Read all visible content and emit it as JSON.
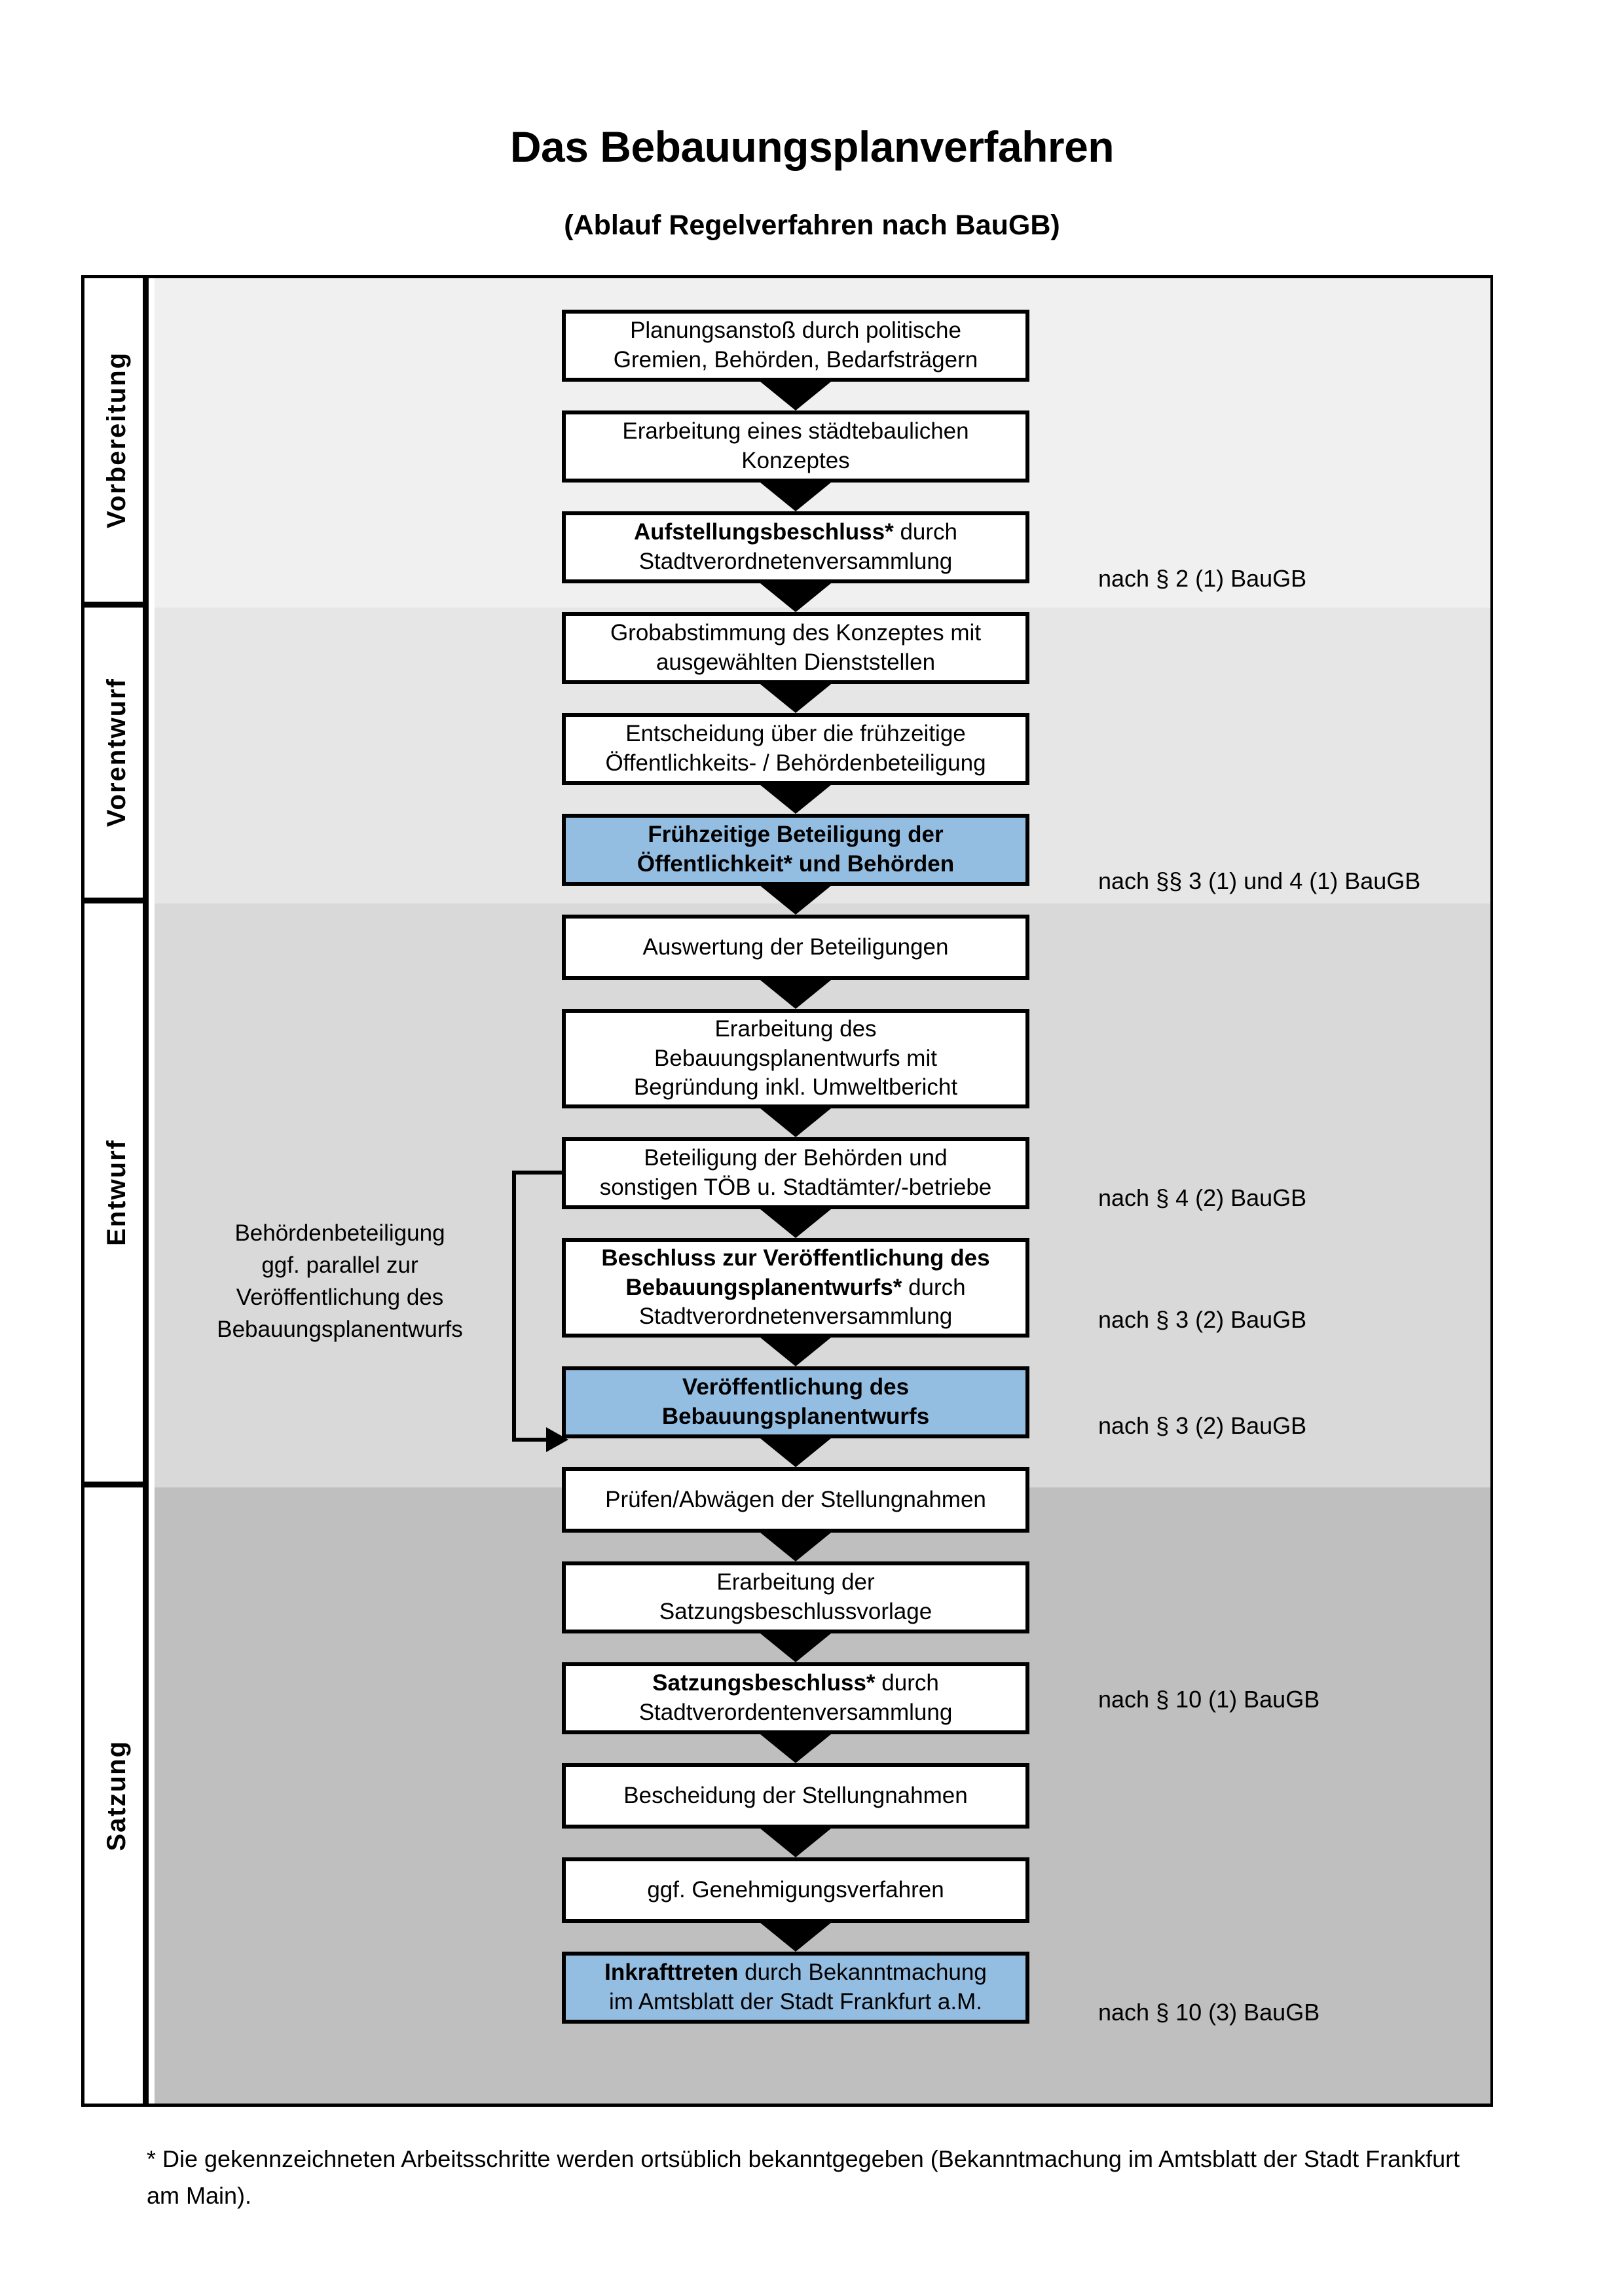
{
  "header": {
    "title": "Das Bebauungsplanverfahren",
    "subtitle": "(Ablauf Regelverfahren nach BauGB)"
  },
  "phases": [
    {
      "label": "Vorbereitung",
      "band_color": "#F0F0F0"
    },
    {
      "label": "Vorentwurf",
      "band_color": "#E6E6E6"
    },
    {
      "label": "Entwurf",
      "band_color": "#D9D9D9"
    },
    {
      "label": "Satzung",
      "band_color": "#BFBFBF"
    }
  ],
  "nodes": [
    {
      "id": "n1",
      "line1": "Planungsanstoß durch politische",
      "line2": "Gremien, Behörden, Bedarfsträgern",
      "highlight": false
    },
    {
      "id": "n2",
      "line1": "Erarbeitung eines städtebaulichen",
      "line2": "Konzeptes",
      "highlight": false
    },
    {
      "id": "n3",
      "line1": "Aufstellungsbeschluss* durch",
      "line2": "Stadtverordnetenversammlung",
      "highlight": false,
      "bold_lead": "Aufstellungsbeschluss*",
      "bold_tail": " durch"
    },
    {
      "id": "n4",
      "line1": "Grobabstimmung des Konzeptes mit",
      "line2": "ausgewählten Dienststellen",
      "highlight": false
    },
    {
      "id": "n5",
      "line1": "Entscheidung über die frühzeitige",
      "line2": "Öffentlichkeits- / Behördenbeteiligung",
      "highlight": false
    },
    {
      "id": "n6",
      "line1": "Frühzeitige Beteiligung der",
      "line2": "Öffentlichkeit* und Behörden",
      "highlight": true
    },
    {
      "id": "n7",
      "line1": "Auswertung der Beteiligungen",
      "line2": "",
      "highlight": false
    },
    {
      "id": "n8",
      "line1": "Erarbeitung des",
      "line2": "Bebauungsplanentwurfs mit",
      "line3": "Begründung inkl. Umweltbericht",
      "highlight": false
    },
    {
      "id": "n9",
      "line1": "Beteiligung der Behörden und",
      "line2": "sonstigen TÖB u. Stadtämter/-betriebe",
      "highlight": false
    },
    {
      "id": "n10",
      "line1": "Beschluss zur Veröffentlichung des",
      "line2": "Bebauungsplanentwurfs* durch",
      "line3": "Stadtverordnetenversammlung",
      "highlight": false
    },
    {
      "id": "n11",
      "line1": "Veröffentlichung des",
      "line2": "Bebauungsplanentwurfs",
      "highlight": true
    },
    {
      "id": "n12",
      "line1": "Prüfen/Abwägen der Stellungnahmen",
      "line2": "",
      "highlight": false
    },
    {
      "id": "n13",
      "line1": "Erarbeitung der",
      "line2": "Satzungsbeschlussvorlage",
      "highlight": false
    },
    {
      "id": "n14",
      "line1": "Satzungsbeschluss* durch",
      "line2": "Stadtverordentenversammlung",
      "highlight": false,
      "bold_lead": "Satzungsbeschluss*",
      "bold_tail": " durch"
    },
    {
      "id": "n15",
      "line1": "Bescheidung der Stellungnahmen",
      "line2": "",
      "highlight": false
    },
    {
      "id": "n16",
      "line1": "ggf. Genehmigungsverfahren",
      "line2": "",
      "highlight": false
    },
    {
      "id": "n17",
      "line1": "Inkrafttreten durch Bekanntmachung",
      "line2": "im Amtsblatt der Stadt Frankfurt a.M.",
      "highlight": true,
      "bold_lead": "Inkrafttreten",
      "bold_tail": " durch Bekanntmachung"
    }
  ],
  "annotations": [
    {
      "id": "a1",
      "text": "nach § 2 (1) BauGB"
    },
    {
      "id": "a2",
      "text": "nach §§ 3 (1) und 4 (1) BauGB"
    },
    {
      "id": "a3",
      "text": "nach § 4 (2) BauGB"
    },
    {
      "id": "a4",
      "text": "nach § 3 (2) BauGB"
    },
    {
      "id": "a5",
      "text": "nach § 3 (2) BauGB"
    },
    {
      "id": "a6",
      "text": "nach § 10 (1) BauGB"
    },
    {
      "id": "a7",
      "text": "nach § 10 (3) BauGB"
    }
  ],
  "sidenote": {
    "line1": "Behördenbeteiligung",
    "line2": "ggf. parallel zur",
    "line3": "Veröffentlichung des",
    "line4": "Bebauungsplanentwurfs"
  },
  "footnote": {
    "text": "* Die gekennzeichneten Arbeitsschritte werden ortsüblich bekanntgegeben (Bekanntmachung im Amtsblatt  der Stadt Frankfurt am Main)."
  },
  "colors": {
    "highlight_blue": "#94bde2",
    "outline": "#000000",
    "page_background": "#ffffff"
  }
}
